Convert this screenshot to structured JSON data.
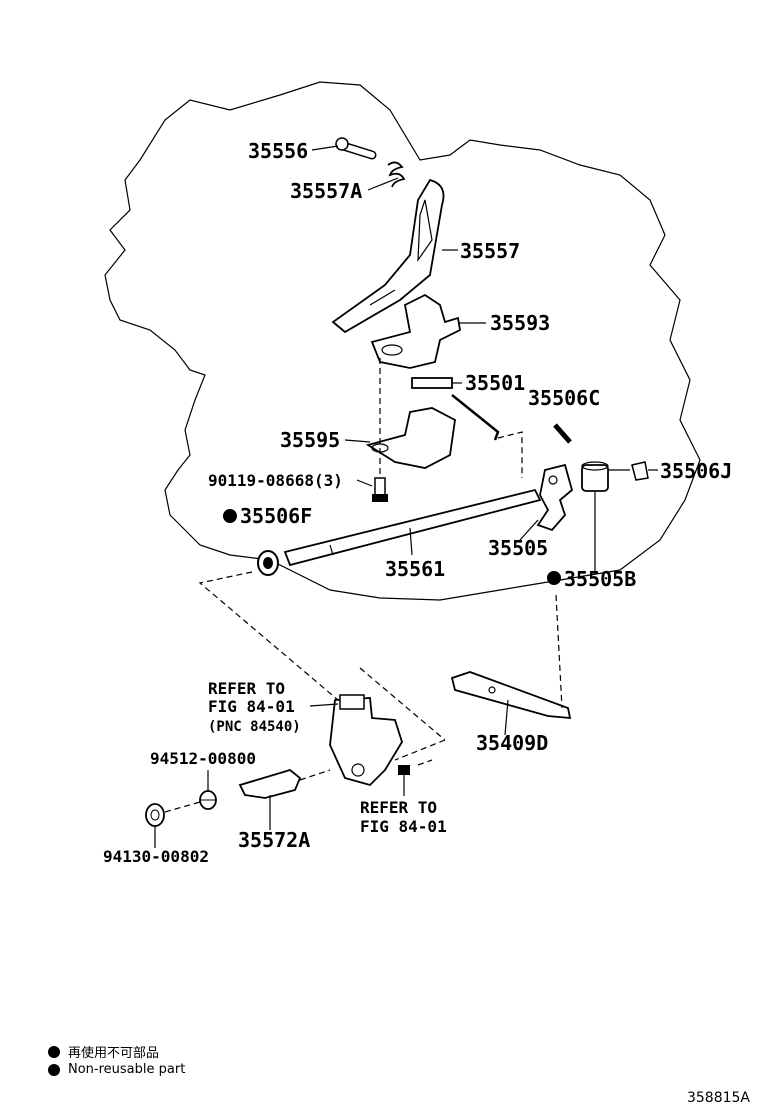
{
  "parts": {
    "p35556": "35556",
    "p35557A": "35557A",
    "p35557": "35557",
    "p35593": "35593",
    "p35501": "35501",
    "p35506C": "35506C",
    "p35595": "35595",
    "p90119": "90119-08668(3)",
    "p35506J": "35506J",
    "p35506F": "35506F",
    "p35505": "35505",
    "p35505B": "35505B",
    "p35561": "35561",
    "p35409D": "35409D",
    "p94512": "94512-00800",
    "p35572A": "35572A",
    "p94130": "94130-00802"
  },
  "refer1": {
    "line1": "REFER TO",
    "line2": "FIG 84-01",
    "line3": "(PNC 84540)"
  },
  "refer2": {
    "line1": "REFER TO",
    "line2": "FIG 84-01"
  },
  "legend": {
    "jp": "再使用不可部品",
    "en": "Non-reusable part"
  },
  "figure_id": "358815A"
}
